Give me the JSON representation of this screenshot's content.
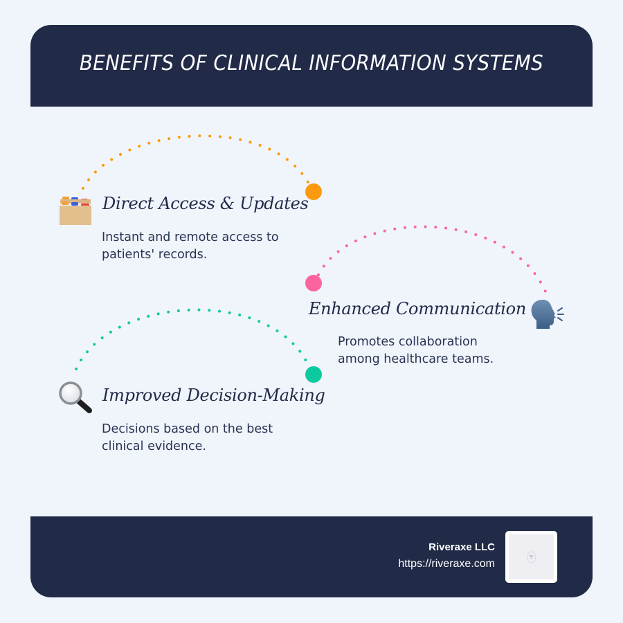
{
  "header": {
    "title": "BENEFITS OF CLINICAL INFORMATION SYSTEMS"
  },
  "colors": {
    "background": "#f0f4fb",
    "navy": "#212b48",
    "orange": "#fb9a0e",
    "pink": "#fb649e",
    "teal": "#0dc9a0",
    "text": "#2a3452"
  },
  "sections": [
    {
      "title": "Direct Access & Updates",
      "description_lines": [
        "Instant and remote access to",
        "patients' records."
      ],
      "icon": "card-file-box-icon",
      "accent": "#fb9a0e"
    },
    {
      "title": "Enhanced Communication",
      "description_lines": [
        "Promotes collaboration",
        "among healthcare teams."
      ],
      "icon": "speaking-head-icon",
      "accent": "#fb649e"
    },
    {
      "title": "Improved Decision-Making",
      "description_lines": [
        "Decisions based on the best",
        "clinical evidence."
      ],
      "icon": "magnifying-glass-icon",
      "accent": "#0dc9a0"
    }
  ],
  "footer": {
    "company": "Riveraxe LLC",
    "url": "https://riveraxe.com",
    "logo": "company-logo-placeholder"
  }
}
